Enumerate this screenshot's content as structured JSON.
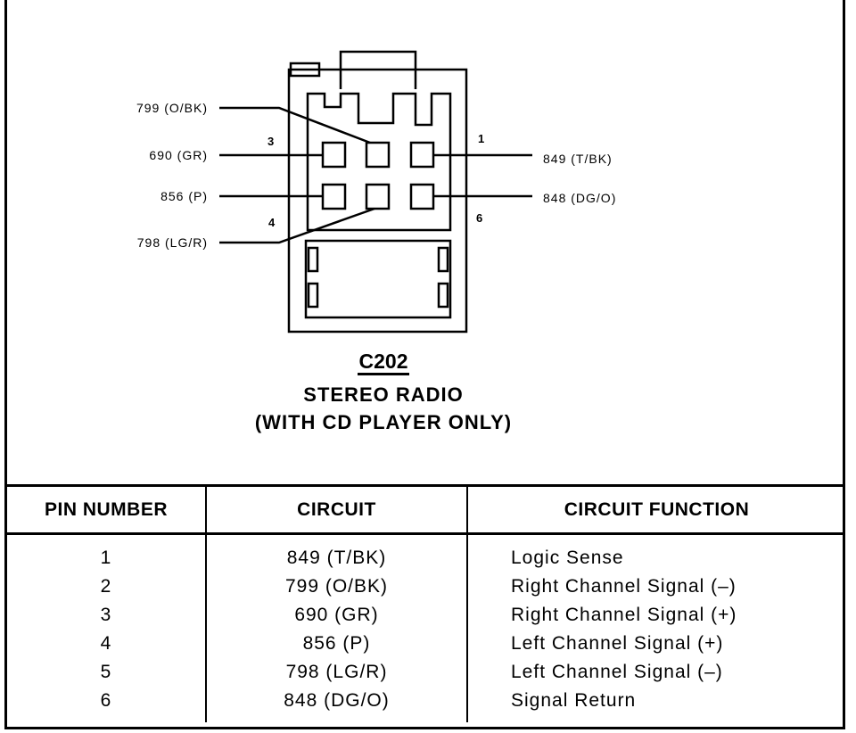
{
  "connector": {
    "name": "C202",
    "title_line1": "STEREO RADIO",
    "title_line2": "(WITH CD PLAYER ONLY)"
  },
  "diagram": {
    "wire_labels": {
      "w799": "799 (O/BK)",
      "w690": "690 (GR)",
      "w856": "856 (P)",
      "w798": "798 (LG/R)",
      "w849": "849 (T/BK)",
      "w848": "848 (DG/O)"
    },
    "pin_numbers": {
      "p3": "3",
      "p1": "1",
      "p4": "4",
      "p6": "6"
    }
  },
  "table": {
    "headers": [
      "PIN NUMBER",
      "CIRCUIT",
      "CIRCUIT FUNCTION"
    ],
    "rows": [
      {
        "pin": "1",
        "circuit": "849  (T/BK)",
        "function": "Logic Sense"
      },
      {
        "pin": "2",
        "circuit": "799  (O/BK)",
        "function": "Right Channel Signal (–)"
      },
      {
        "pin": "3",
        "circuit": "690  (GR)",
        "function": "Right Channel Signal (+)"
      },
      {
        "pin": "4",
        "circuit": "856  (P)",
        "function": "Left Channel Signal (+)"
      },
      {
        "pin": "5",
        "circuit": "798  (LG/R)",
        "function": "Left Channel Signal (–)"
      },
      {
        "pin": "6",
        "circuit": "848  (DG/O)",
        "function": "Signal Return"
      }
    ]
  }
}
